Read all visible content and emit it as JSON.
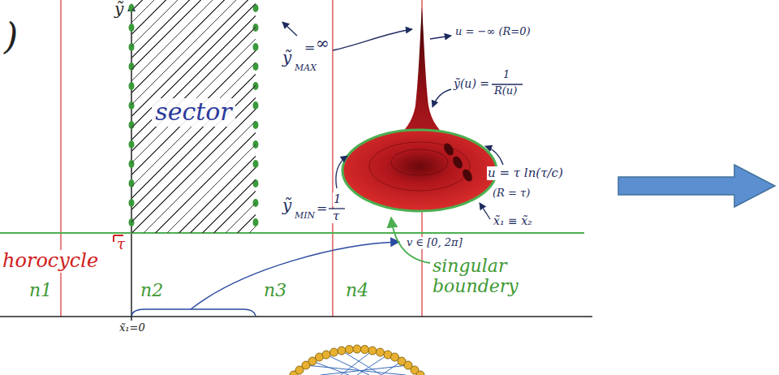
{
  "diagram": {
    "nodes": [
      {
        "text": [
          "sector"
        ]
      }
    ],
    "labels": [
      ")",
      "ỹ",
      "∞",
      "=",
      "ỹ",
      "MAX",
      "ỹ",
      "MIN",
      "=",
      "1",
      "τ",
      "u = −∞ (R=0)",
      "ỹ(u) =",
      "1",
      "R(u)",
      "u = τ ln(τ/c)",
      "(R = τ)",
      "x̃₁ ≡ x̃₂",
      "v ∈ [0, 2π]",
      "singular boundery",
      "τ",
      "horocycle",
      "n1",
      "n2",
      "n3",
      "n4",
      "x̃₁=0"
    ]
  }
}
